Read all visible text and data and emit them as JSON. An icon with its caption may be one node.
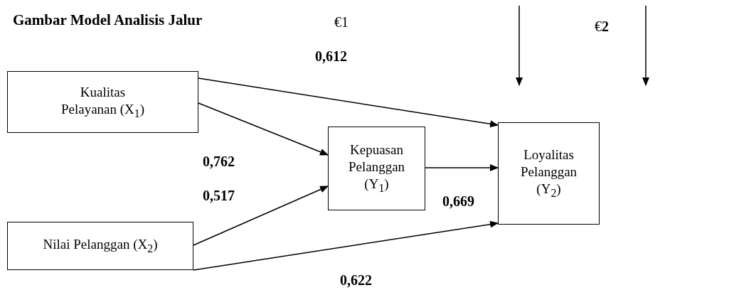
{
  "diagram": {
    "title": "Gambar Model Analisis Jalur",
    "nodes": [
      {
        "text": [
          "Kualitas Pelayanan (X$_{1}$)"
        ]
      },
      {
        "text": [
          "Nilai Pelanggan (X$_{2}$)"
        ]
      },
      {
        "text": [
          "Kepuasan Pelanggan (Y$_{1}$)"
        ]
      },
      {
        "text": [
          "Loyalitas Pelanggan (Y$_{2}$)"
        ]
      }
    ],
    "edges": [
      {
        "from": 0,
        "to": 3,
        "arrow": "to",
        "label": "0,612"
      },
      {
        "from": 0,
        "to": 2,
        "arrow": "to",
        "label": "0,762"
      },
      {
        "from": 1,
        "to": 2,
        "arrow": "to",
        "label": "0,517"
      },
      {
        "from": 2,
        "to": 3,
        "arrow": "to",
        "label": "0,669"
      },
      {
        "from": 1,
        "to": 3,
        "arrow": "to",
        "label": "0,622"
      }
    ],
    "labels": [
      "€1",
      "€**2**"
    ]
  }
}
